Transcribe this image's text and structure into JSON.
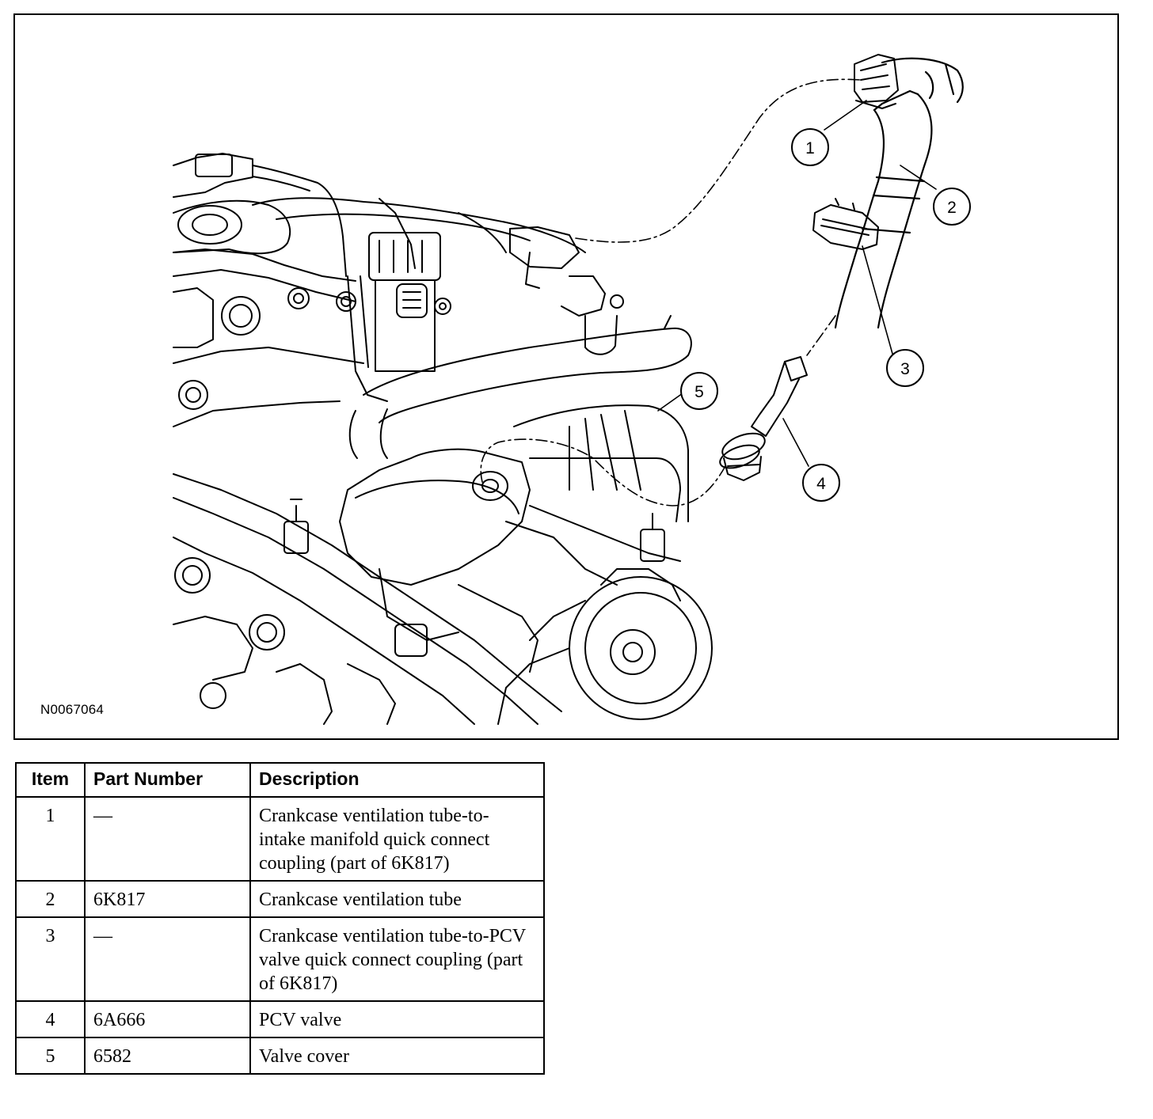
{
  "figure": {
    "id": "N0067064",
    "callouts": [
      "1",
      "2",
      "3",
      "4",
      "5"
    ]
  },
  "table": {
    "headers": [
      "Item",
      "Part Number",
      "Description"
    ],
    "rows": [
      {
        "item": "1",
        "part": "—",
        "desc": "Crankcase ventilation tube-to-intake manifold quick connect coupling (part of 6K817)"
      },
      {
        "item": "2",
        "part": "6K817",
        "desc": "Crankcase ventilation tube"
      },
      {
        "item": "3",
        "part": "—",
        "desc": "Crankcase ventilation tube-to-PCV valve quick connect coupling (part of 6K817)"
      },
      {
        "item": "4",
        "part": "6A666",
        "desc": "PCV valve"
      },
      {
        "item": "5",
        "part": "6582",
        "desc": "Valve cover"
      }
    ]
  }
}
